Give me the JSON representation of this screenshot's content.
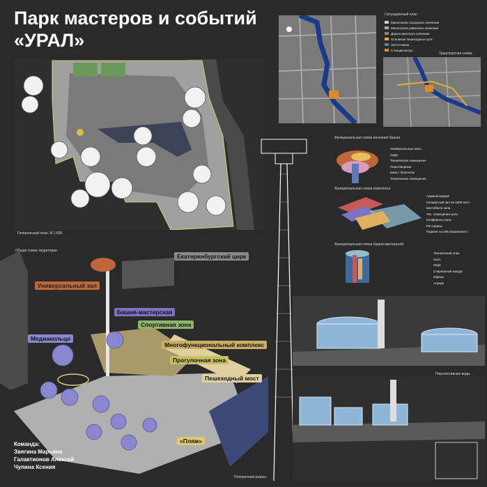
{
  "title_line1": "Парк мастеров и событий",
  "title_line2": "«УРАЛ»",
  "caption_masterplan": "Генеральный план. М 1:600",
  "caption_territory": "Общая схема территории",
  "caption_situation": "Ситуационный план",
  "caption_transport": "Транспортная схема",
  "caption_section": "Поперечный разрез",
  "caption_perspectives": "Перспективные виды",
  "legend": [
    {
      "label": "Магистрали городского значения",
      "color": "#cfcfcf"
    },
    {
      "label": "Магистрали районного значения",
      "color": "#a9a9a9"
    },
    {
      "label": "Дороги местного значения",
      "color": "#888888"
    },
    {
      "label": "Основные пешеходные пути",
      "color": "#e0b030"
    },
    {
      "label": "Автостоянки",
      "color": "#5a7bb5"
    },
    {
      "label": "Станции метро",
      "color": "#e08a20"
    }
  ],
  "scheme_tower_top": {
    "title": "Функциональная схема венчания башни",
    "items": [
      "Универсальные залы",
      "Кафе",
      "Технические помещения",
      "Переговорные",
      "Банк с балконом",
      "Технические помещения"
    ]
  },
  "scheme_complex": {
    "title": "Функциональная схема комплекса",
    "items": [
      "Администрация",
      "Концертный зал на 1500 мест",
      "Вестибюли зала",
      "Тех. помещения зала",
      "Конференц-залы",
      "Рестораны",
      "Паркинг на 205 машиномест"
    ]
  },
  "scheme_workshop": {
    "title": "Функциональная схема башни мастерской",
    "items": [
      "Технический этаж",
      "Холл",
      "Лифт",
      "Спиральный пандус",
      "Офисы",
      "Атриум"
    ]
  },
  "zones": {
    "circus": "Екатеринбургский цирк",
    "universal_hall": "Универсальный зал",
    "workshop_tower": "Башня-мастерская",
    "sports": "Спортивная зона",
    "media_ring": "Медиакольцо",
    "multifunctional": "Многофункциональный комплекс",
    "promenade": "Прогулочная зона",
    "bridge": "Пешеходный мост",
    "beach": "«Пляж»"
  },
  "team": {
    "heading": "Команда:",
    "members": [
      "Звягина Марьяна",
      "Галактионов Алексей",
      "Чупина Ксения"
    ]
  },
  "colors": {
    "background": "#2a2a2b",
    "universal": "#c0673a",
    "workshop": "#7b74c4",
    "sports": "#8fb56a",
    "media": "#8b86d0",
    "multi": "#c8b060",
    "promenade": "#c8c060",
    "bridge": "#e0d0a0",
    "beach": "#e0c870",
    "river": "#1a3a8a"
  }
}
